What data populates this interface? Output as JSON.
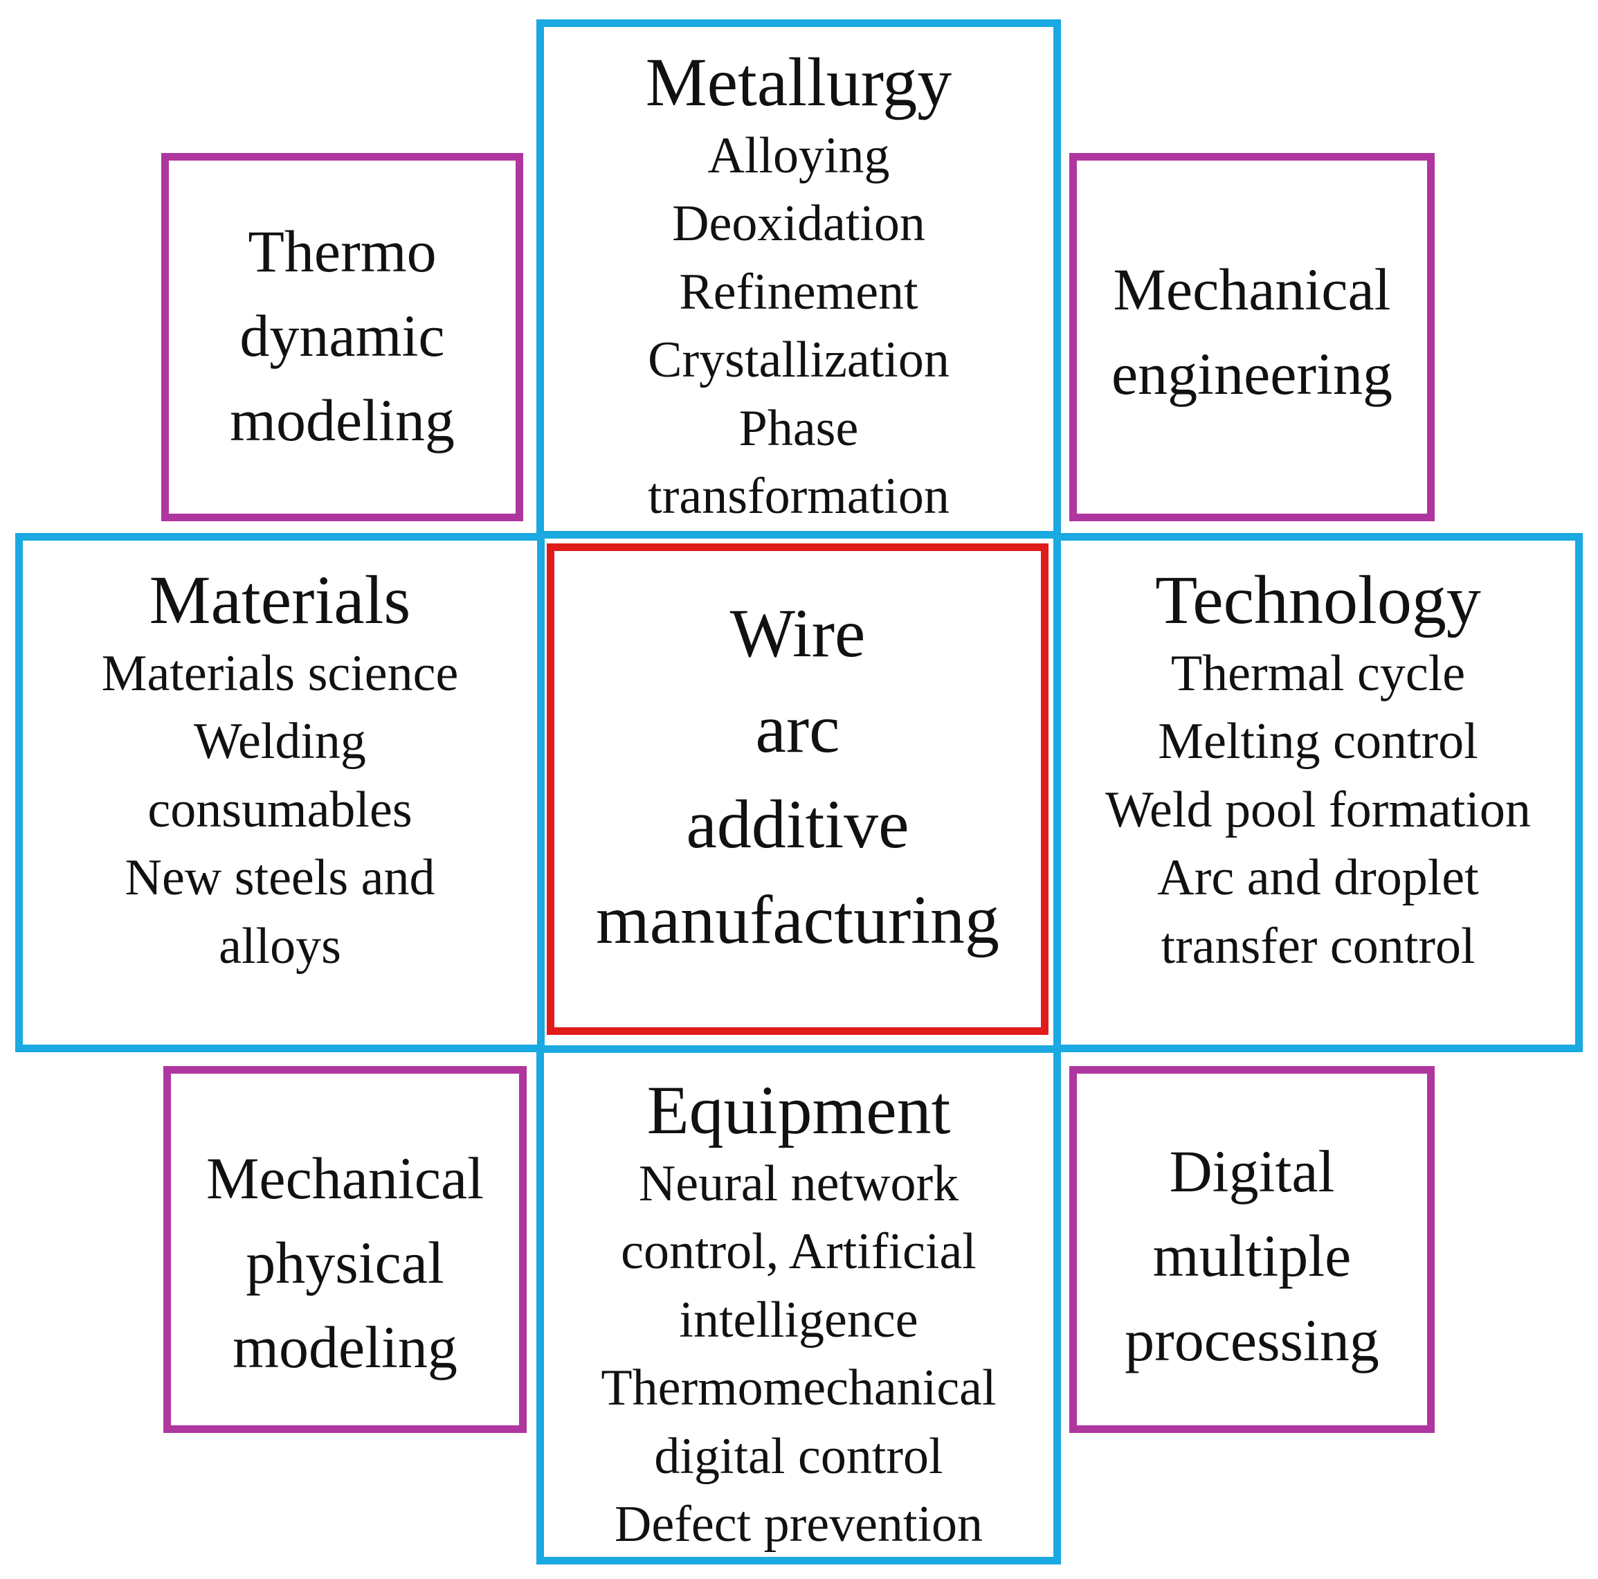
{
  "colors": {
    "primary_border": "#1aa9e0",
    "secondary_border": "#b0369f",
    "center_border": "#e01b1b"
  },
  "center": {
    "lines": [
      "Wire",
      "arc",
      "additive",
      "manufacturing"
    ]
  },
  "metallurgy": {
    "title": "Metallurgy",
    "items": [
      "Alloying",
      "Deoxidation",
      "Refinement",
      "Crystallization",
      "Phase",
      "transformation"
    ]
  },
  "materials": {
    "title": "Materials",
    "items": [
      "Materials science",
      "Welding",
      "consumables",
      "New steels and",
      "alloys"
    ]
  },
  "technology": {
    "title": "Technology",
    "items": [
      "Thermal cycle",
      "Melting control",
      "Weld pool formation",
      "Arc and droplet",
      "transfer control"
    ]
  },
  "equipment": {
    "title": "Equipment",
    "items": [
      "Neural network",
      "control, Artificial",
      "intelligence",
      "Thermomechanical",
      "digital control",
      "Defect prevention"
    ]
  },
  "thermo": {
    "lines": [
      "Thermo",
      "dynamic",
      "modeling"
    ]
  },
  "mech_eng": {
    "lines": [
      "Mechanical",
      "engineering"
    ]
  },
  "mech_phys": {
    "lines": [
      "Mechanical",
      "physical",
      "modeling"
    ]
  },
  "digital": {
    "lines": [
      "Digital",
      "multiple",
      "processing"
    ]
  }
}
